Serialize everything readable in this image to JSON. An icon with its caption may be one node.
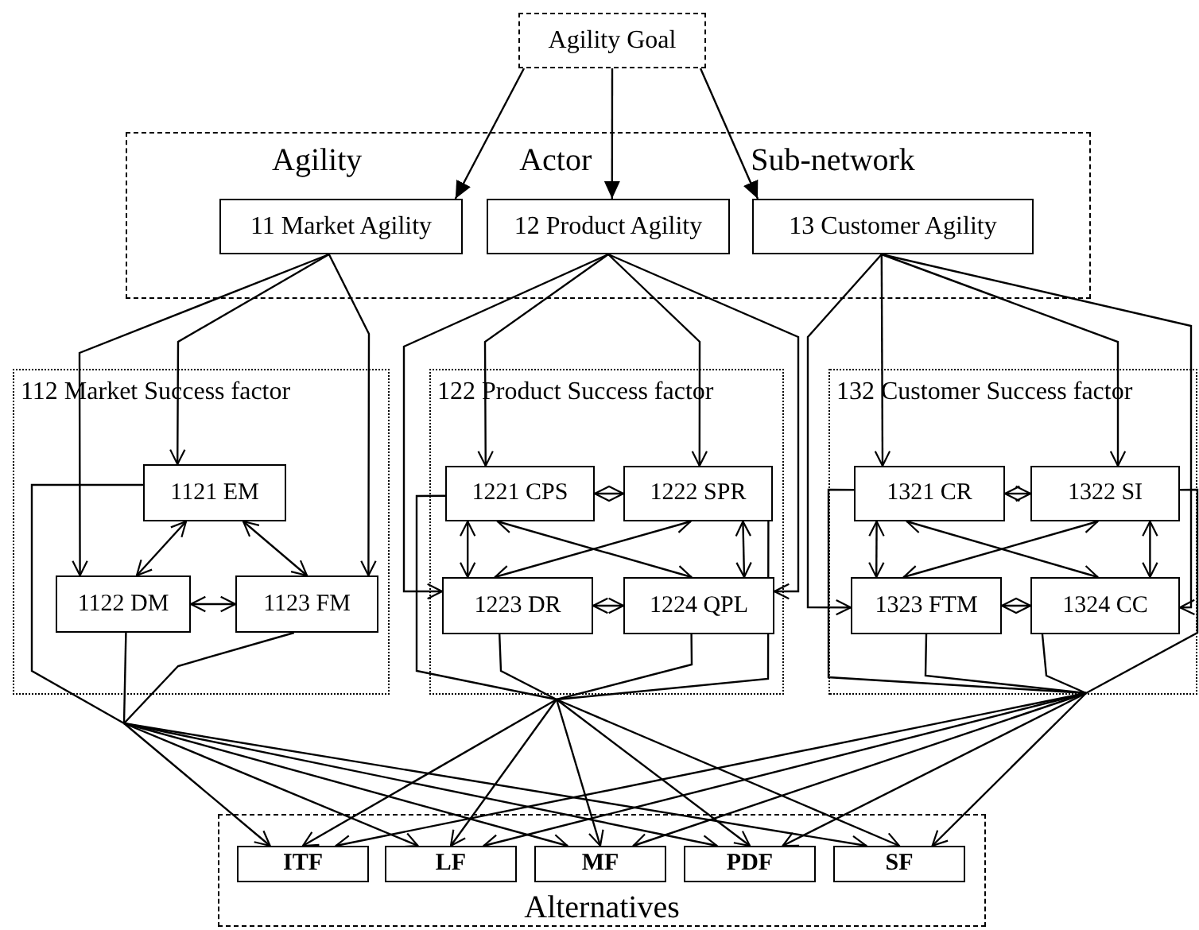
{
  "diagram": {
    "nodes": [
      {
        "text": [
          "Agility Goal"
        ]
      },
      {
        "text": [
          "Agility Actor Sub-network"
        ]
      },
      {
        "text": [
          "11 Market Agility"
        ],
        "in": 1
      },
      {
        "text": [
          "12 Product Agility"
        ],
        "in": 1
      },
      {
        "text": [
          "13 Customer Agility"
        ],
        "in": 1
      },
      {
        "text": [
          "112 Market Success factor"
        ]
      },
      {
        "text": [
          "1121 EM"
        ],
        "in": 5
      },
      {
        "text": [
          "1122 DM"
        ],
        "in": 5
      },
      {
        "text": [
          "1123 FM"
        ],
        "in": 5
      },
      {
        "text": [
          "122 Product Success factor"
        ]
      },
      {
        "text": [
          "1221 CPS"
        ],
        "in": 9
      },
      {
        "text": [
          "1222 SPR"
        ],
        "in": 9
      },
      {
        "text": [
          "1223 DR"
        ],
        "in": 9
      },
      {
        "text": [
          "1224 QPL"
        ],
        "in": 9
      },
      {
        "text": [
          "132 Customer Success factor"
        ]
      },
      {
        "text": [
          "1321 CR"
        ],
        "in": 14
      },
      {
        "text": [
          "1322 SI"
        ],
        "in": 14
      },
      {
        "text": [
          "1323 FTM"
        ],
        "in": 14
      },
      {
        "text": [
          "1324 CC"
        ],
        "in": 14
      },
      {
        "text": [
          "Alternatives"
        ]
      },
      {
        "text": [
          "ITF"
        ],
        "in": 19
      },
      {
        "text": [
          "LF"
        ],
        "in": 19
      },
      {
        "text": [
          "MF"
        ],
        "in": 19
      },
      {
        "text": [
          "PDF"
        ],
        "in": 19
      },
      {
        "text": [
          "SF"
        ],
        "in": 19
      }
    ],
    "edges": [
      {
        "from": 0,
        "to": 2,
        "arrow": "to"
      },
      {
        "from": 0,
        "to": 3,
        "arrow": "to"
      },
      {
        "from": 0,
        "to": 4,
        "arrow": "to"
      },
      {
        "from": 2,
        "to": 6,
        "arrow": "to"
      },
      {
        "from": 2,
        "to": 7,
        "arrow": "to"
      },
      {
        "from": 2,
        "to": 8,
        "arrow": "to"
      },
      {
        "from": 3,
        "to": 10,
        "arrow": "to"
      },
      {
        "from": 3,
        "to": 11,
        "arrow": "to"
      },
      {
        "from": 3,
        "to": 12,
        "arrow": "to"
      },
      {
        "from": 3,
        "to": 13,
        "arrow": "to"
      },
      {
        "from": 4,
        "to": 15,
        "arrow": "to"
      },
      {
        "from": 4,
        "to": 16,
        "arrow": "to"
      },
      {
        "from": 4,
        "to": 17,
        "arrow": "to"
      },
      {
        "from": 4,
        "to": 18,
        "arrow": "to"
      },
      {
        "from": 6,
        "to": 7,
        "arrow": "both"
      },
      {
        "from": 6,
        "to": 8,
        "arrow": "both"
      },
      {
        "from": 7,
        "to": 8,
        "arrow": "both"
      },
      {
        "from": 10,
        "to": 11,
        "arrow": "both"
      },
      {
        "from": 10,
        "to": 12,
        "arrow": "both"
      },
      {
        "from": 10,
        "to": 13,
        "arrow": "both"
      },
      {
        "from": 11,
        "to": 12,
        "arrow": "both"
      },
      {
        "from": 11,
        "to": 13,
        "arrow": "both"
      },
      {
        "from": 12,
        "to": 13,
        "arrow": "both"
      },
      {
        "from": 15,
        "to": 16,
        "arrow": "both"
      },
      {
        "from": 15,
        "to": 17,
        "arrow": "both"
      },
      {
        "from": 15,
        "to": 18,
        "arrow": "both"
      },
      {
        "from": 16,
        "to": 17,
        "arrow": "both"
      },
      {
        "from": 16,
        "to": 18,
        "arrow": "both"
      },
      {
        "from": 17,
        "to": 18,
        "arrow": "both"
      },
      {
        "from": 6,
        "to": 20,
        "arrow": "to"
      },
      {
        "from": 6,
        "to": 21,
        "arrow": "to"
      },
      {
        "from": 6,
        "to": 22,
        "arrow": "to"
      },
      {
        "from": 6,
        "to": 23,
        "arrow": "to"
      },
      {
        "from": 6,
        "to": 24,
        "arrow": "to"
      },
      {
        "from": 7,
        "to": 20,
        "arrow": "to"
      },
      {
        "from": 7,
        "to": 21,
        "arrow": "to"
      },
      {
        "from": 7,
        "to": 22,
        "arrow": "to"
      },
      {
        "from": 7,
        "to": 23,
        "arrow": "to"
      },
      {
        "from": 7,
        "to": 24,
        "arrow": "to"
      },
      {
        "from": 8,
        "to": 20,
        "arrow": "to"
      },
      {
        "from": 8,
        "to": 21,
        "arrow": "to"
      },
      {
        "from": 8,
        "to": 22,
        "arrow": "to"
      },
      {
        "from": 8,
        "to": 23,
        "arrow": "to"
      },
      {
        "from": 8,
        "to": 24,
        "arrow": "to"
      },
      {
        "from": 10,
        "to": 20,
        "arrow": "to"
      },
      {
        "from": 10,
        "to": 21,
        "arrow": "to"
      },
      {
        "from": 10,
        "to": 22,
        "arrow": "to"
      },
      {
        "from": 10,
        "to": 23,
        "arrow": "to"
      },
      {
        "from": 10,
        "to": 24,
        "arrow": "to"
      },
      {
        "from": 11,
        "to": 20,
        "arrow": "to"
      },
      {
        "from": 11,
        "to": 21,
        "arrow": "to"
      },
      {
        "from": 11,
        "to": 22,
        "arrow": "to"
      },
      {
        "from": 11,
        "to": 23,
        "arrow": "to"
      },
      {
        "from": 11,
        "to": 24,
        "arrow": "to"
      },
      {
        "from": 12,
        "to": 20,
        "arrow": "to"
      },
      {
        "from": 12,
        "to": 21,
        "arrow": "to"
      },
      {
        "from": 12,
        "to": 22,
        "arrow": "to"
      },
      {
        "from": 12,
        "to": 23,
        "arrow": "to"
      },
      {
        "from": 12,
        "to": 24,
        "arrow": "to"
      },
      {
        "from": 13,
        "to": 20,
        "arrow": "to"
      },
      {
        "from": 13,
        "to": 21,
        "arrow": "to"
      },
      {
        "from": 13,
        "to": 22,
        "arrow": "to"
      },
      {
        "from": 13,
        "to": 23,
        "arrow": "to"
      },
      {
        "from": 13,
        "to": 24,
        "arrow": "to"
      },
      {
        "from": 15,
        "to": 20,
        "arrow": "to"
      },
      {
        "from": 15,
        "to": 21,
        "arrow": "to"
      },
      {
        "from": 15,
        "to": 22,
        "arrow": "to"
      },
      {
        "from": 15,
        "to": 23,
        "arrow": "to"
      },
      {
        "from": 15,
        "to": 24,
        "arrow": "to"
      },
      {
        "from": 16,
        "to": 20,
        "arrow": "to"
      },
      {
        "from": 16,
        "to": 21,
        "arrow": "to"
      },
      {
        "from": 16,
        "to": 22,
        "arrow": "to"
      },
      {
        "from": 16,
        "to": 23,
        "arrow": "to"
      },
      {
        "from": 16,
        "to": 24,
        "arrow": "to"
      },
      {
        "from": 17,
        "to": 20,
        "arrow": "to"
      },
      {
        "from": 17,
        "to": 21,
        "arrow": "to"
      },
      {
        "from": 17,
        "to": 22,
        "arrow": "to"
      },
      {
        "from": 17,
        "to": 23,
        "arrow": "to"
      },
      {
        "from": 17,
        "to": 24,
        "arrow": "to"
      },
      {
        "from": 18,
        "to": 20,
        "arrow": "to"
      },
      {
        "from": 18,
        "to": 21,
        "arrow": "to"
      },
      {
        "from": 18,
        "to": 22,
        "arrow": "to"
      },
      {
        "from": 18,
        "to": 23,
        "arrow": "to"
      },
      {
        "from": 18,
        "to": 24,
        "arrow": "to"
      }
    ]
  }
}
